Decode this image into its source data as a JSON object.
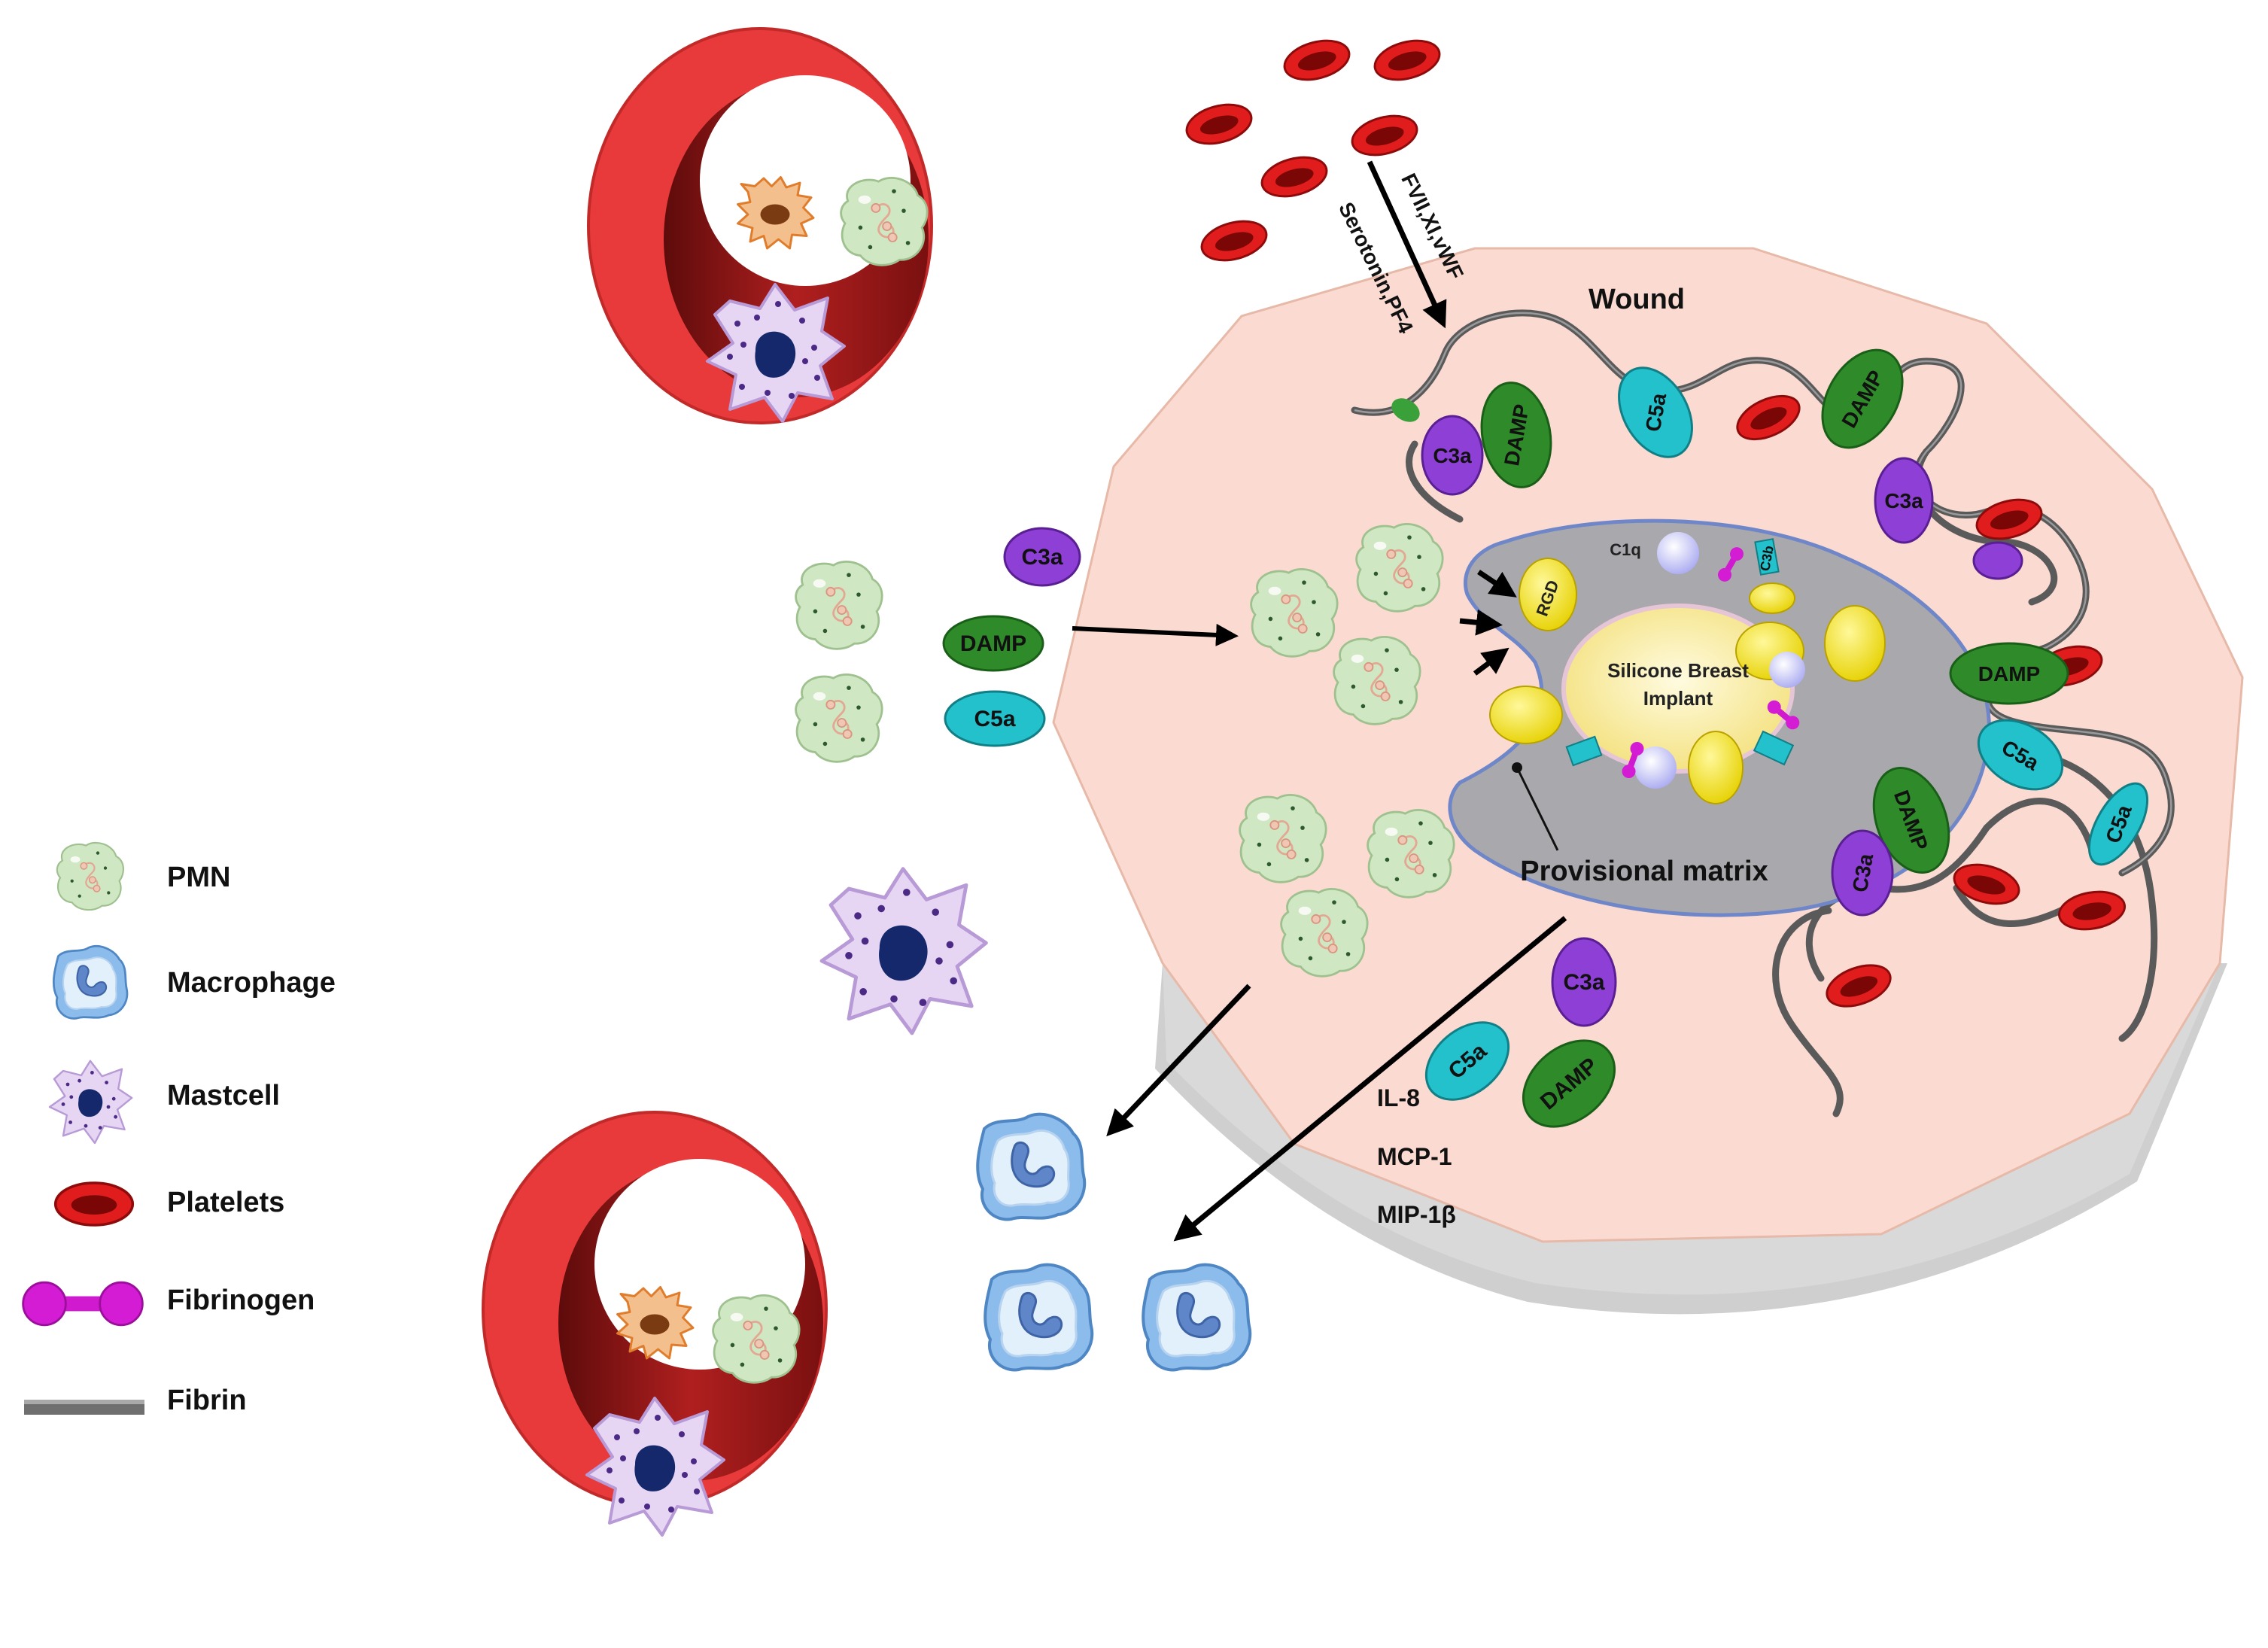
{
  "wound_label": "Wound",
  "implant_label_line1": "Silicone Breast",
  "implant_label_line2": "Implant",
  "provisional_matrix_label": "Provisional matrix",
  "platelet_factors_line1": "FVII,XI,vWF",
  "platelet_factors_line2": "Serotonin,PF4",
  "chemokines": [
    "IL-8",
    "MCP-1",
    "MIP-1β"
  ],
  "molecule_labels": {
    "c3a": "C3a",
    "c5a": "C5a",
    "damp": "DAMP",
    "rgd": "RGD",
    "c1q": "C1q",
    "c3b": "C3b"
  },
  "legend": [
    {
      "label": "PMN",
      "icon": "pmn-icon"
    },
    {
      "label": "Macrophage",
      "icon": "macrophage-icon"
    },
    {
      "label": "Mastcell",
      "icon": "mastcell-icon"
    },
    {
      "label": "Platelets",
      "icon": "platelet-icon"
    },
    {
      "label": "Fibrinogen",
      "icon": "fibrinogen-icon"
    },
    {
      "label": "Fibrin",
      "icon": "fibrin-icon"
    }
  ],
  "colors": {
    "vessel_red": "#e83a3a",
    "vessel_dark": "#9e1b1b",
    "wound_fill": "#fbdbd1",
    "wound_side": "#cfcfcf",
    "matrix_gray": "#a9a9ad",
    "implant_yellow": "#fbefaa",
    "c3a_purple": "#8e3fd6",
    "c5a_cyan": "#22c1cc",
    "damp_green": "#2f8b2a",
    "pmn_green": "#cfe7c2",
    "macrophage_blue": "#7fb3e6",
    "mastcell_lilac": "#e3d2f1",
    "fibrinogen_magenta": "#d31cd3",
    "fibrin_gray": "#6f6f6f"
  }
}
